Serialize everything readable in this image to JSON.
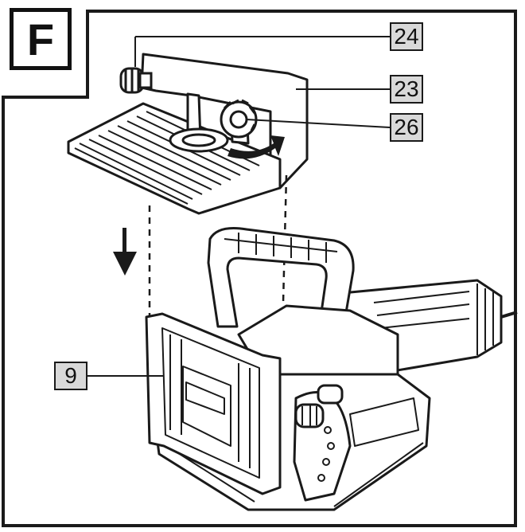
{
  "figure": {
    "letter": "F"
  },
  "callouts": [
    {
      "id": "c24",
      "label": "24"
    },
    {
      "id": "c23",
      "label": "23"
    },
    {
      "id": "c26",
      "label": "26"
    },
    {
      "id": "c9",
      "label": "9"
    }
  ],
  "colors": {
    "line": "#1a1a1a",
    "callout_fill": "#d9d9d9",
    "background": "#ffffff"
  }
}
